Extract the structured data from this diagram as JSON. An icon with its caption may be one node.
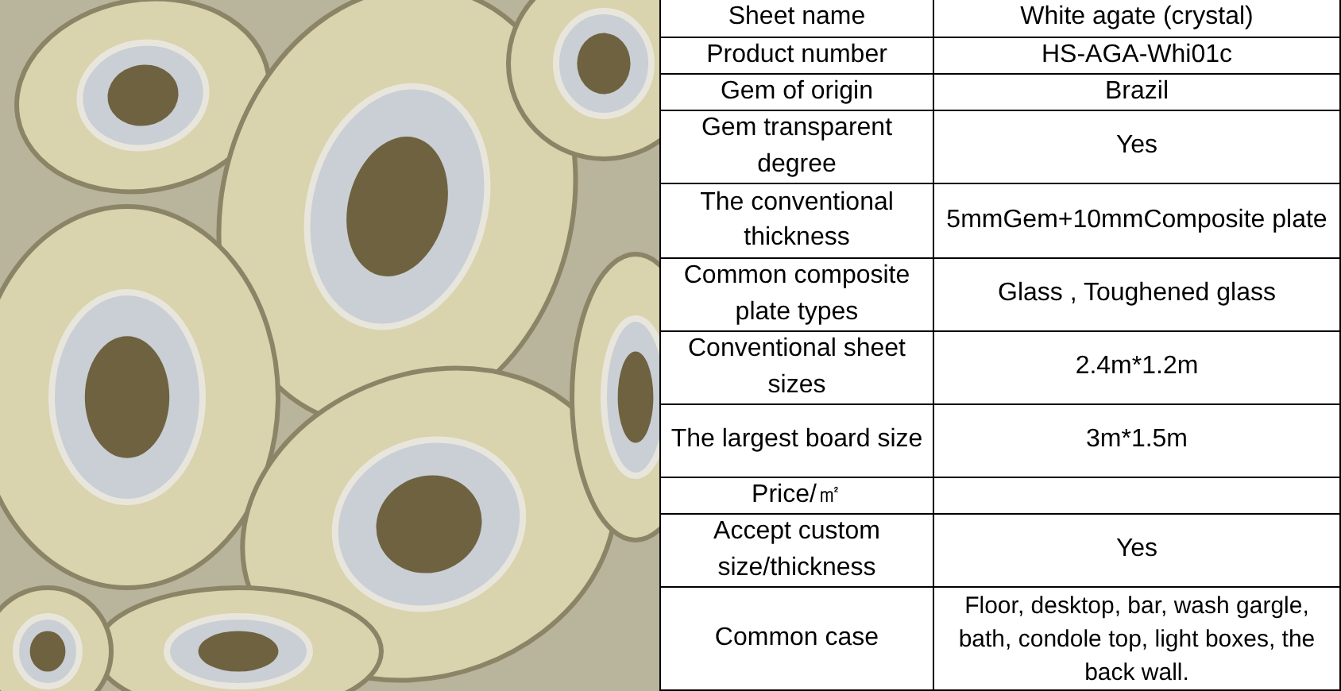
{
  "diagram": {
    "labels": [
      "Sheet name",
      "White agate (crystal)",
      "Product number",
      "HS-AGA-Whi01c",
      "Gem of origin",
      "Brazil",
      "Gem transparent degree",
      "Yes",
      "The conventional thickness",
      "5mmGem+10mmComposite plate",
      "Common composite plate types",
      "Glass , Toughened glass",
      "Conventional sheet sizes",
      "2.4m*1.2m",
      "The largest board size",
      "3m*1.5m",
      "Price/㎡",
      "Accept custom size/thickness",
      "Yes",
      "Common case",
      "Floor, desktop, bar, wash gargle, bath, condole top, light boxes, the back wall."
    ]
  }
}
